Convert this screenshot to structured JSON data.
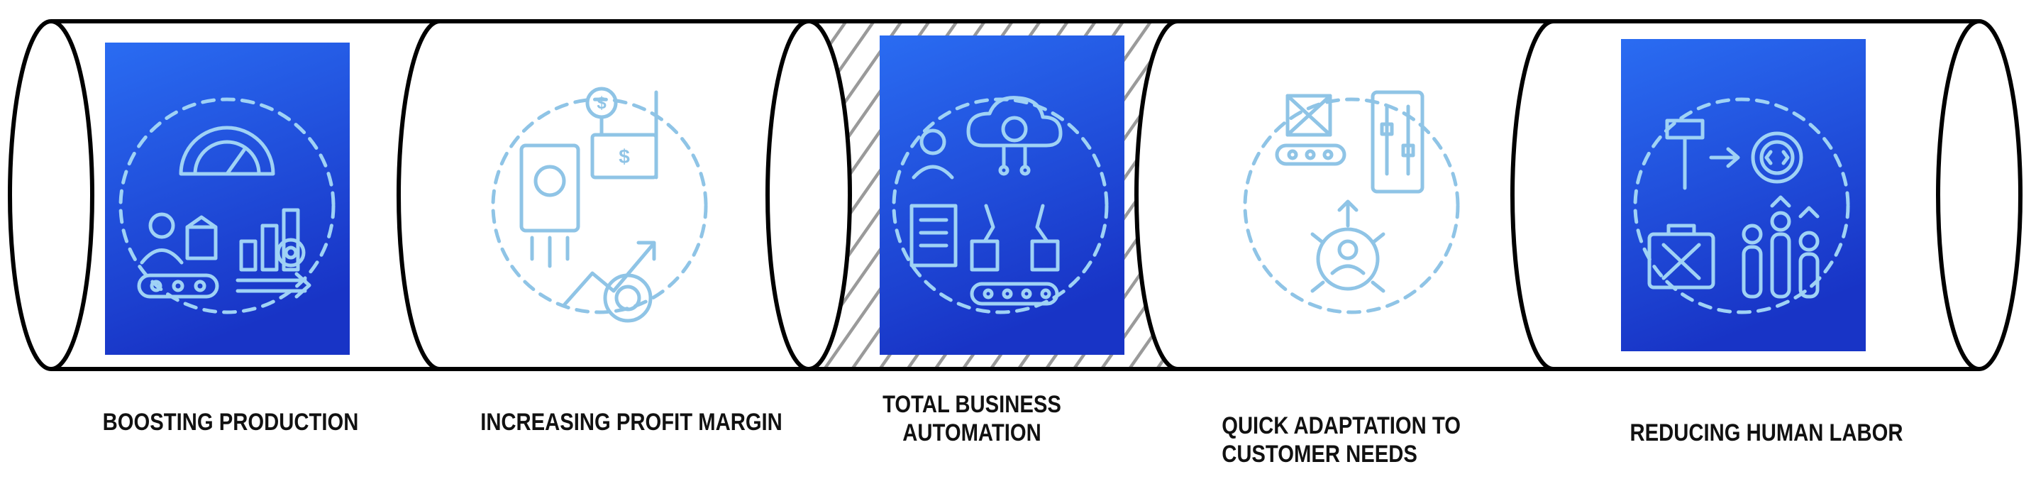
{
  "stages": [
    {
      "caption_lines": [
        "BOOSTING PRODUCTION"
      ],
      "icon": "production-dashboard-icon"
    },
    {
      "caption_lines": [
        "INCREASING PROFIT MARGIN"
      ],
      "icon": "profit-money-growth-icon"
    },
    {
      "caption_lines": [
        "TOTAL BUSINESS",
        "AUTOMATION"
      ],
      "icon": "cloud-automation-robot-icon"
    },
    {
      "caption_lines": [
        "QUICK ADAPTATION TO",
        "CUSTOMER NEEDS"
      ],
      "icon": "customer-adaptation-icon"
    },
    {
      "caption_lines": [
        "REDUCING HUMAN LABOR"
      ],
      "icon": "robot-replacing-worker-icon"
    }
  ],
  "colors": {
    "panel_top": "#2563f0",
    "panel_bottom": "#1a35c8",
    "icon_line": "#9fd2f5",
    "outline": "#000000",
    "hatch": "#9a9a9a"
  }
}
